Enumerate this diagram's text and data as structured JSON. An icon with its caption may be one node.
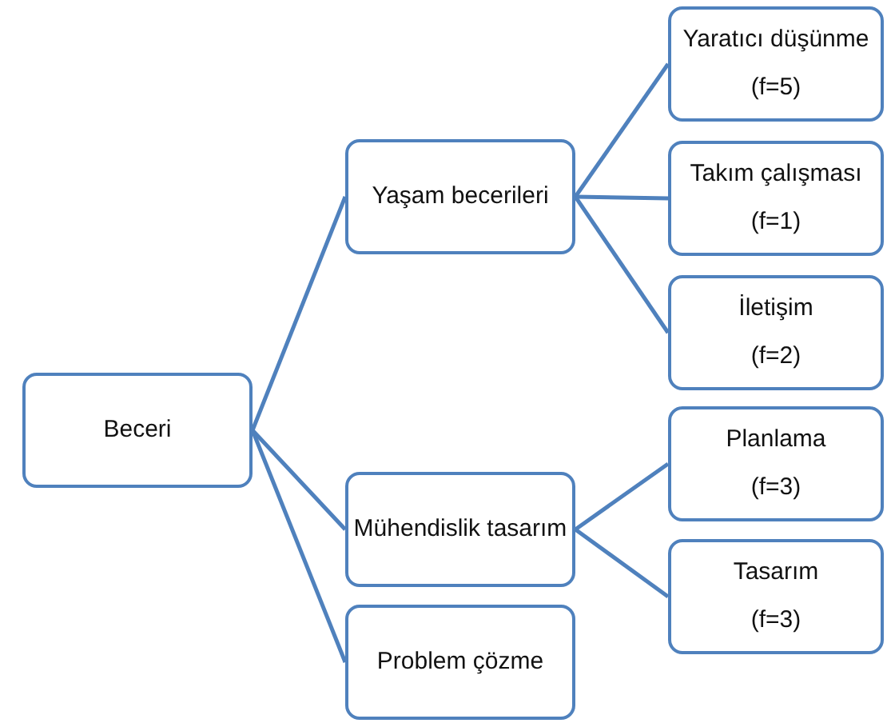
{
  "diagram": {
    "nodes": [
      {
        "text": [
          "Beceri"
        ]
      },
      {
        "text": [
          "Yaşam becerileri"
        ]
      },
      {
        "text": [
          "Yaratıcı düşünme",
          "(f=5)"
        ]
      },
      {
        "text": [
          "Takım çalışması",
          "(f=1)"
        ]
      },
      {
        "text": [
          "İletişim",
          "(f=2)"
        ]
      },
      {
        "text": [
          "Mühendislik tasarım"
        ]
      },
      {
        "text": [
          "Planlama",
          "(f=3)"
        ]
      },
      {
        "text": [
          "Tasarım",
          "(f=3)"
        ]
      },
      {
        "text": [
          "Problem çözme"
        ]
      }
    ],
    "edges": [
      {
        "from": 0,
        "to": 1,
        "arrow": "none"
      },
      {
        "from": 0,
        "to": 5,
        "arrow": "none"
      },
      {
        "from": 0,
        "to": 8,
        "arrow": "none"
      },
      {
        "from": 1,
        "to": 2,
        "arrow": "none"
      },
      {
        "from": 1,
        "to": 3,
        "arrow": "none"
      },
      {
        "from": 1,
        "to": 4,
        "arrow": "none"
      },
      {
        "from": 5,
        "to": 6,
        "arrow": "none"
      },
      {
        "from": 5,
        "to": 7,
        "arrow": "none"
      }
    ]
  }
}
